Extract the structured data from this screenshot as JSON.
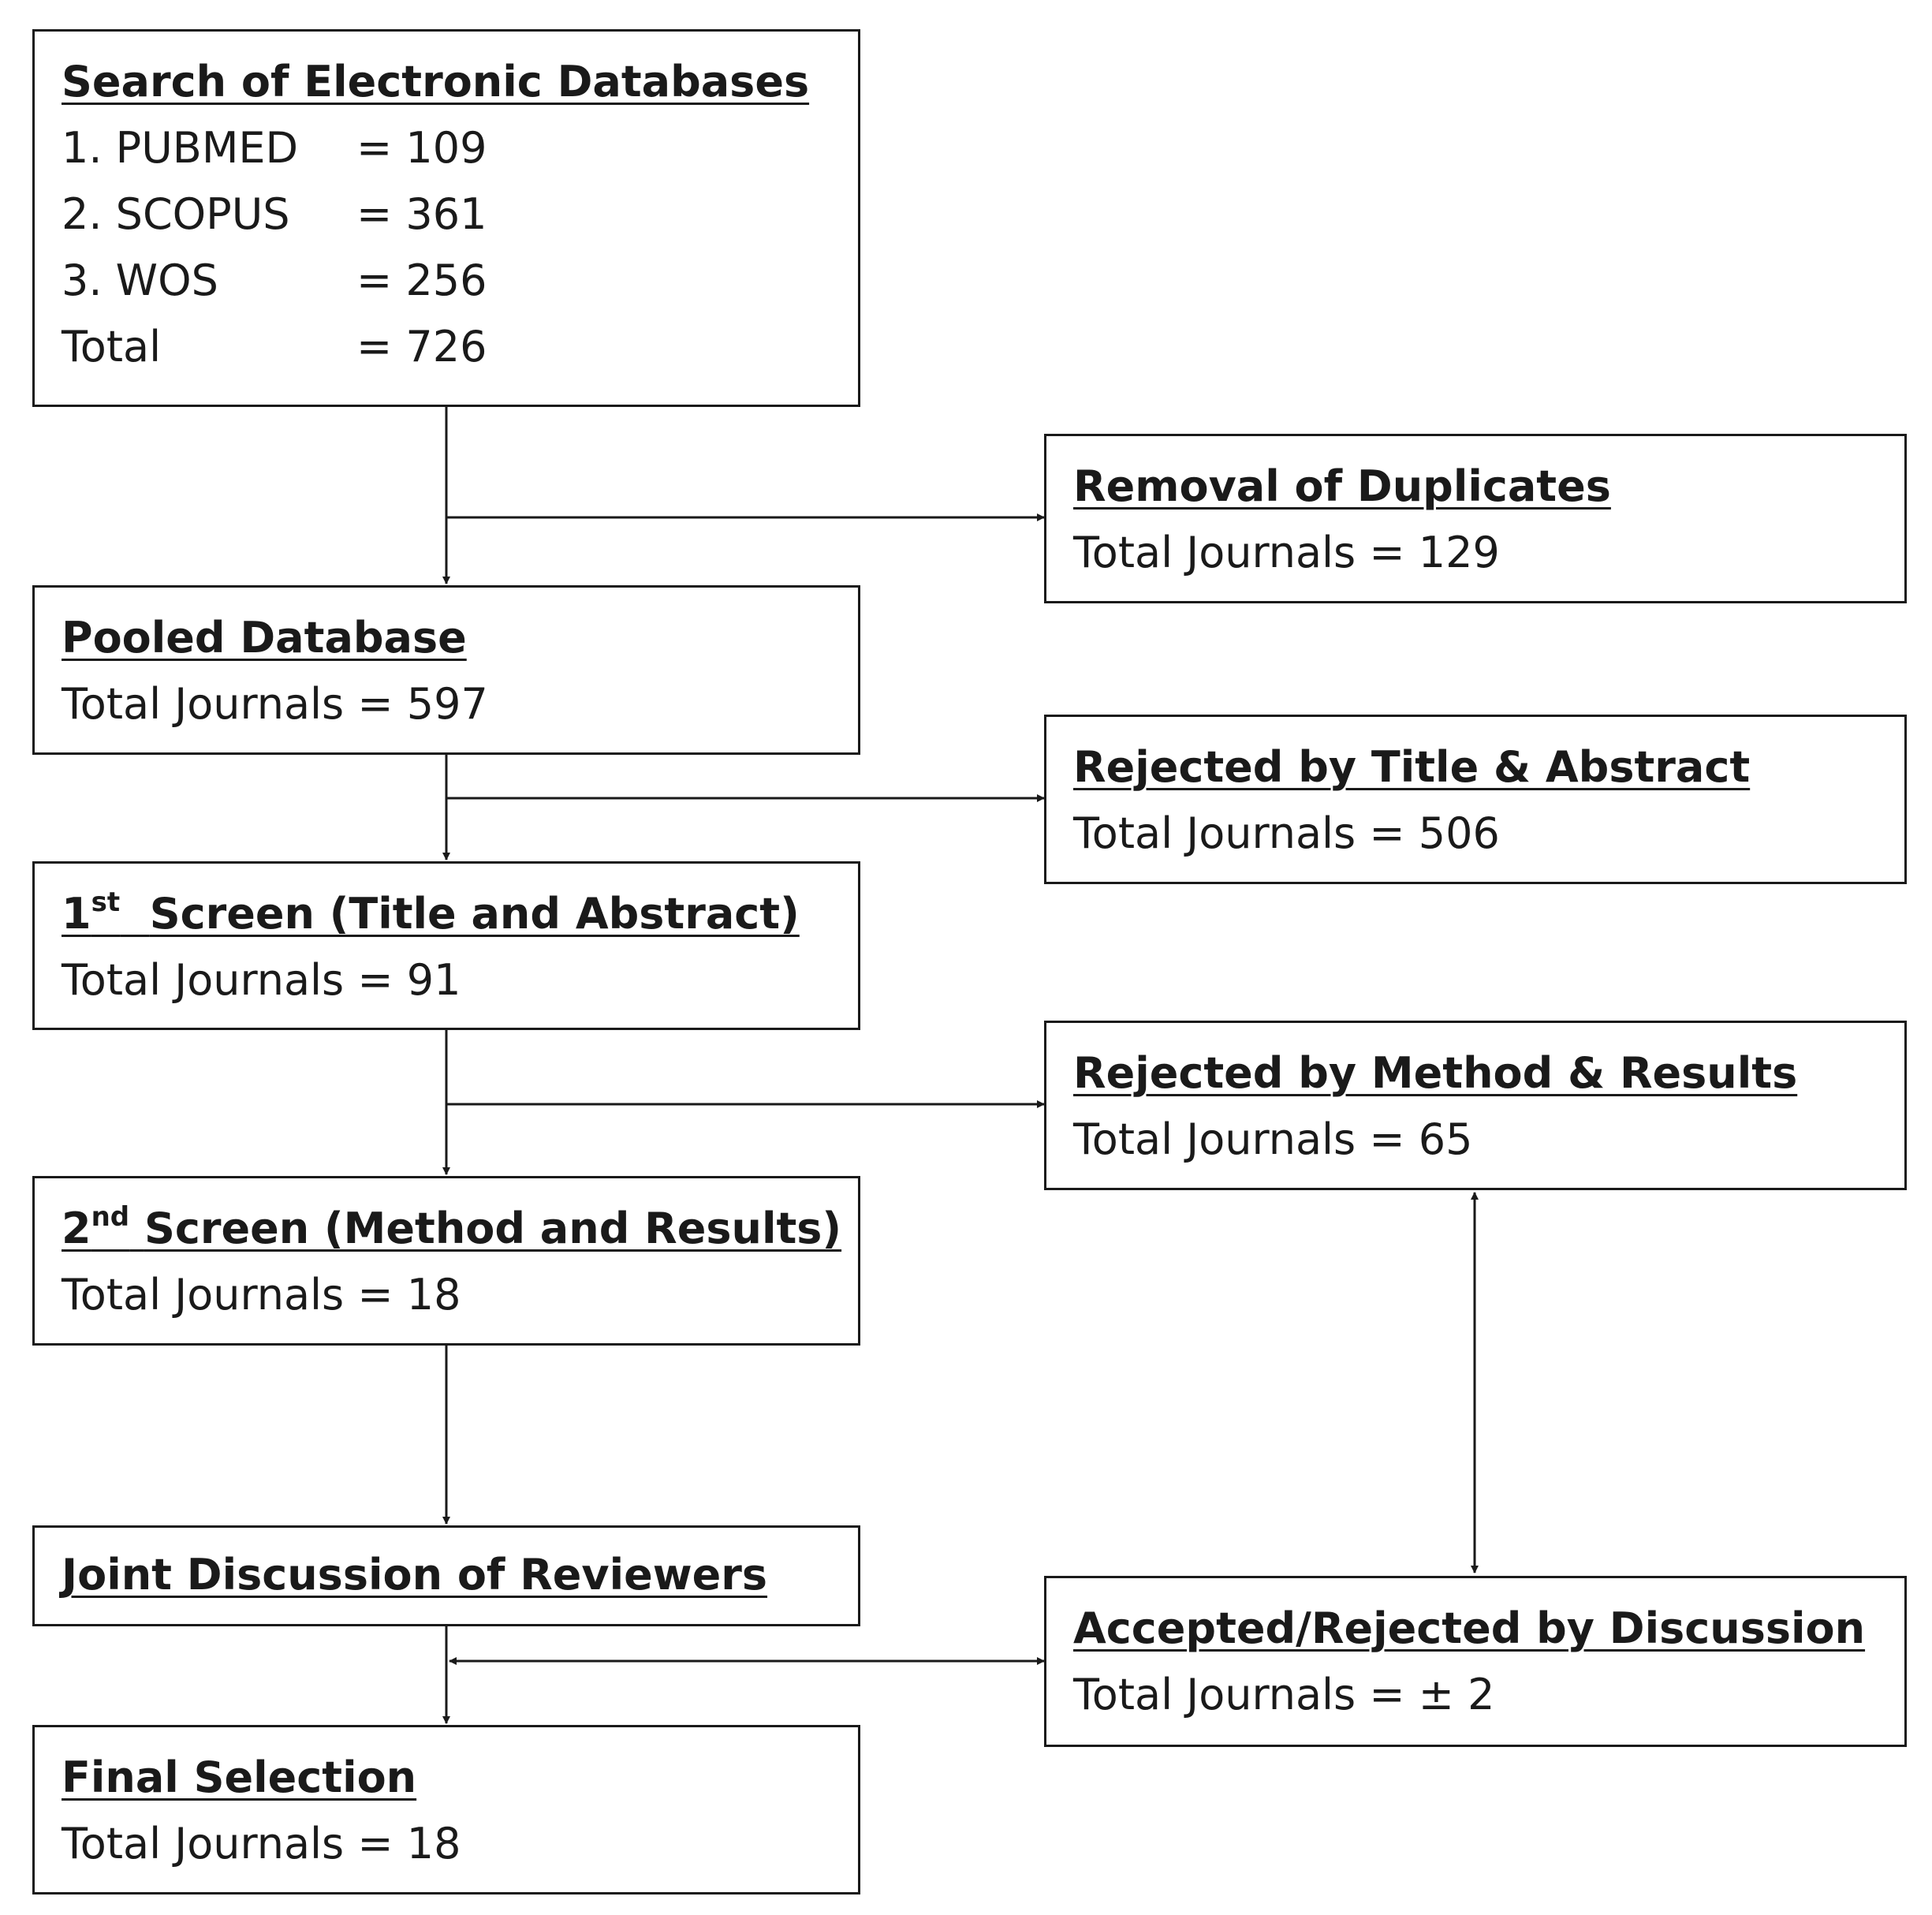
{
  "search": {
    "title": "Search of Electronic Databases",
    "rows": [
      {
        "label": "1. PUBMED",
        "value": "= 109"
      },
      {
        "label": "2. SCOPUS",
        "value": "= 361"
      },
      {
        "label": "3. WOS",
        "value": "= 256"
      },
      {
        "label": "Total",
        "value": "= 726"
      }
    ]
  },
  "duplicates": {
    "title": "Removal of Duplicates",
    "text": "Total Journals = 129"
  },
  "pooled": {
    "title": "Pooled Database",
    "text": "Total Journals = 597"
  },
  "rejected_title": {
    "title": "Rejected by Title & Abstract",
    "text": "Total Journals = 506"
  },
  "screen1": {
    "ordinal": "1",
    "suffix": "st",
    "title_rest": "Screen (Title and Abstract)",
    "text": "Total Journals = 91"
  },
  "rejected_method": {
    "title": "Rejected by Method & Results",
    "text": "Total Journals = 65"
  },
  "screen2": {
    "ordinal": "2",
    "suffix": "nd",
    "title_rest": "Screen (Method and Results)",
    "text": "Total Journals = 18"
  },
  "joint": {
    "title": "Joint Discussion of Reviewers"
  },
  "discussion": {
    "title": "Accepted/Rejected by Discussion",
    "text": "Total Journals = ± 2"
  },
  "final": {
    "title": "Final Selection",
    "text": "Total Journals = 18"
  }
}
